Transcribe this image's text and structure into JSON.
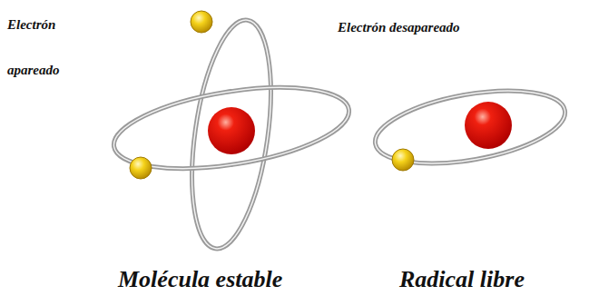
{
  "diagram": {
    "labels": [
      "Electrón apareado",
      "Electrón desapareado",
      "Molécula estable",
      "Radical libre"
    ]
  }
}
